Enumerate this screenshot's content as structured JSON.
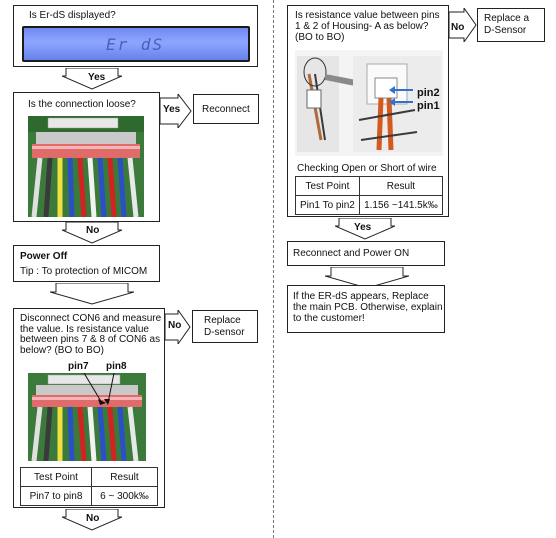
{
  "left": {
    "step1": {
      "question": "Is  Er-dS displayed?",
      "lcd_text": "Er  dS",
      "yes_label": "Yes"
    },
    "step2": {
      "question": "Is the connection loose?",
      "yes_label": "Yes",
      "action": "Reconnect",
      "no_label": "No"
    },
    "step3": {
      "title": "Power Off",
      "tip": "Tip : To protection of MICOM"
    },
    "step4": {
      "question": "Disconnect CON6 and measure the value. Is resistance value between pins 7 & 8 of CON6 as below?  (BO to BO)",
      "pin7": "pin7",
      "pin8": "pin8",
      "no_label": "No",
      "action": "Replace D-sensor",
      "table": {
        "headers": [
          "Test Point",
          "Result"
        ],
        "row": [
          "Pin7 to pin8",
          "6 ~ 300k‰"
        ]
      },
      "bottom_no_label": "No"
    }
  },
  "right": {
    "step1": {
      "question": "Is resistance value between pins 1 & 2 of Housing- A as below? (BO to BO)",
      "no_label": "No",
      "action": "Replace a D-Sensor",
      "pin2": "pin2",
      "pin1": "pin1",
      "caption": "Checking Open or Short of wire",
      "table": {
        "headers": [
          "Test Point",
          "Result"
        ],
        "row": [
          "Pin1 To pin2",
          "1.156 ~141.5k‰"
        ]
      },
      "yes_label": "Yes"
    },
    "step2": {
      "text": "Reconnect and Power ON"
    },
    "step3": {
      "text": "If the ER-dS appears, Replace the main PCB. Otherwise, explain to the customer!"
    }
  },
  "colors": {
    "lcd": "#8fa6ff",
    "pcb": "#3b7a3a",
    "wire_red": "#d32222",
    "wire_blue": "#2a4fc9",
    "pin_arrow": "#3070d0"
  }
}
